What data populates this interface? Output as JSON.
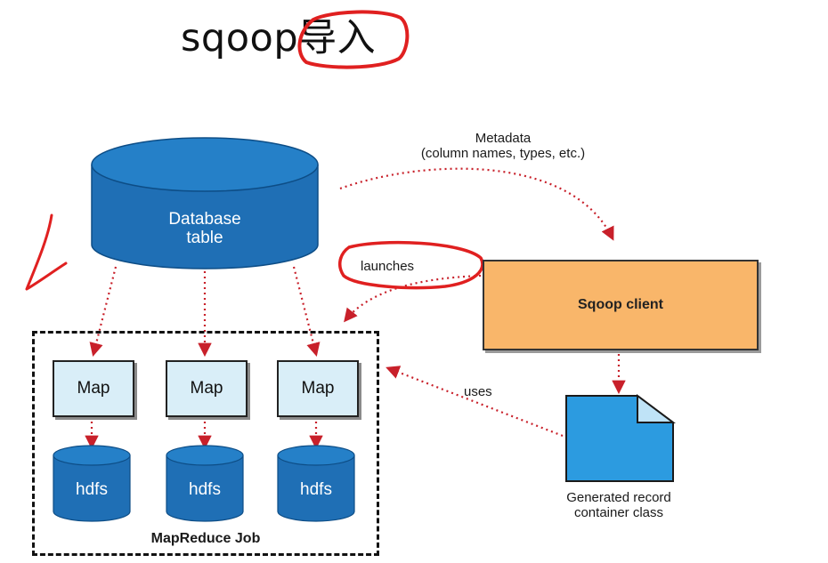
{
  "title": {
    "text": "sqoop",
    "highlight": "导入",
    "highlight_circle_color": "#e02020"
  },
  "diagram": {
    "database": {
      "label_line1": "Database",
      "label_line2": "table",
      "color": "#1f6fb5"
    },
    "metadata": {
      "line1": "Metadata",
      "line2": "(column names, types, etc.)"
    },
    "launches_label": "launches",
    "uses_label": "uses",
    "sqoop_client": {
      "label": "Sqoop client",
      "color": "#f9b66a"
    },
    "maps": [
      {
        "label": "Map"
      },
      {
        "label": "Map"
      },
      {
        "label": "Map"
      }
    ],
    "hdfs": [
      {
        "label": "hdfs"
      },
      {
        "label": "hdfs"
      },
      {
        "label": "hdfs"
      }
    ],
    "mapreduce_label": "MapReduce Job",
    "generated": {
      "line1": "Generated record",
      "line2": "container class",
      "color": "#2c9be0"
    },
    "arrow_color": "#c8202a",
    "annotation_color": "#e02020"
  }
}
